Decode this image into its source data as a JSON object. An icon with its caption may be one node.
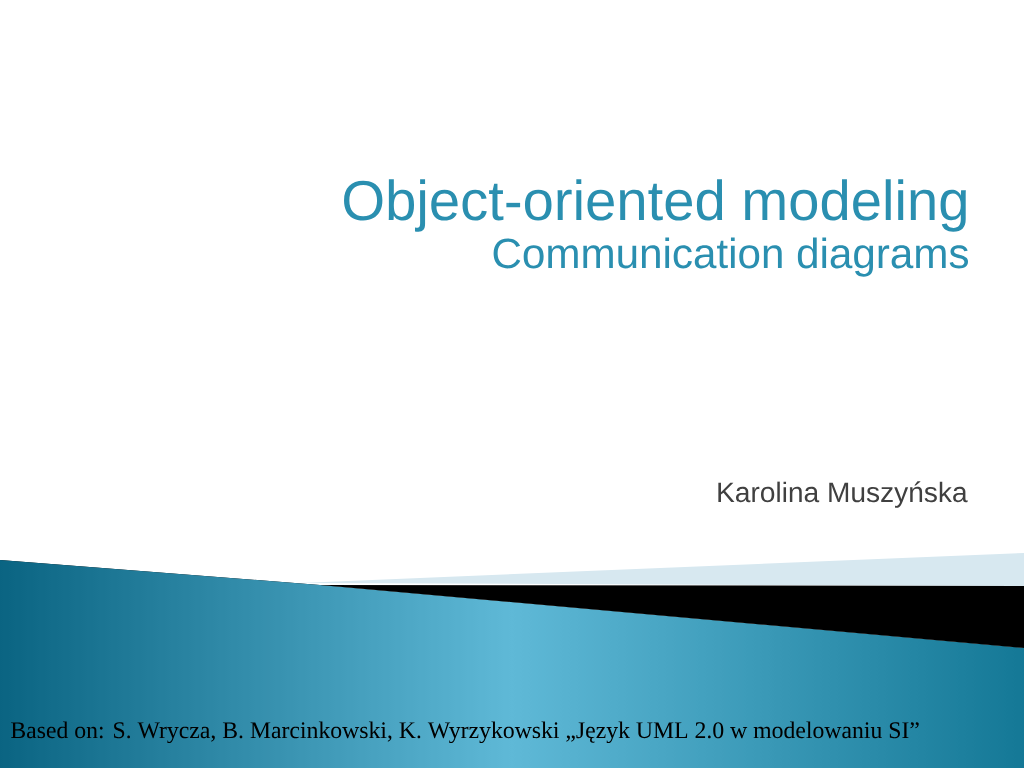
{
  "diagram": {
    "title": "Object-oriented modeling",
    "labels": [
      "Communication diagrams",
      "Karolina Muszyńska",
      "Based on: S. Wrycza, B. Marcinkowski, K. Wyrzykowski „Język UML 2.0 w modelowaniu SI”"
    ]
  }
}
